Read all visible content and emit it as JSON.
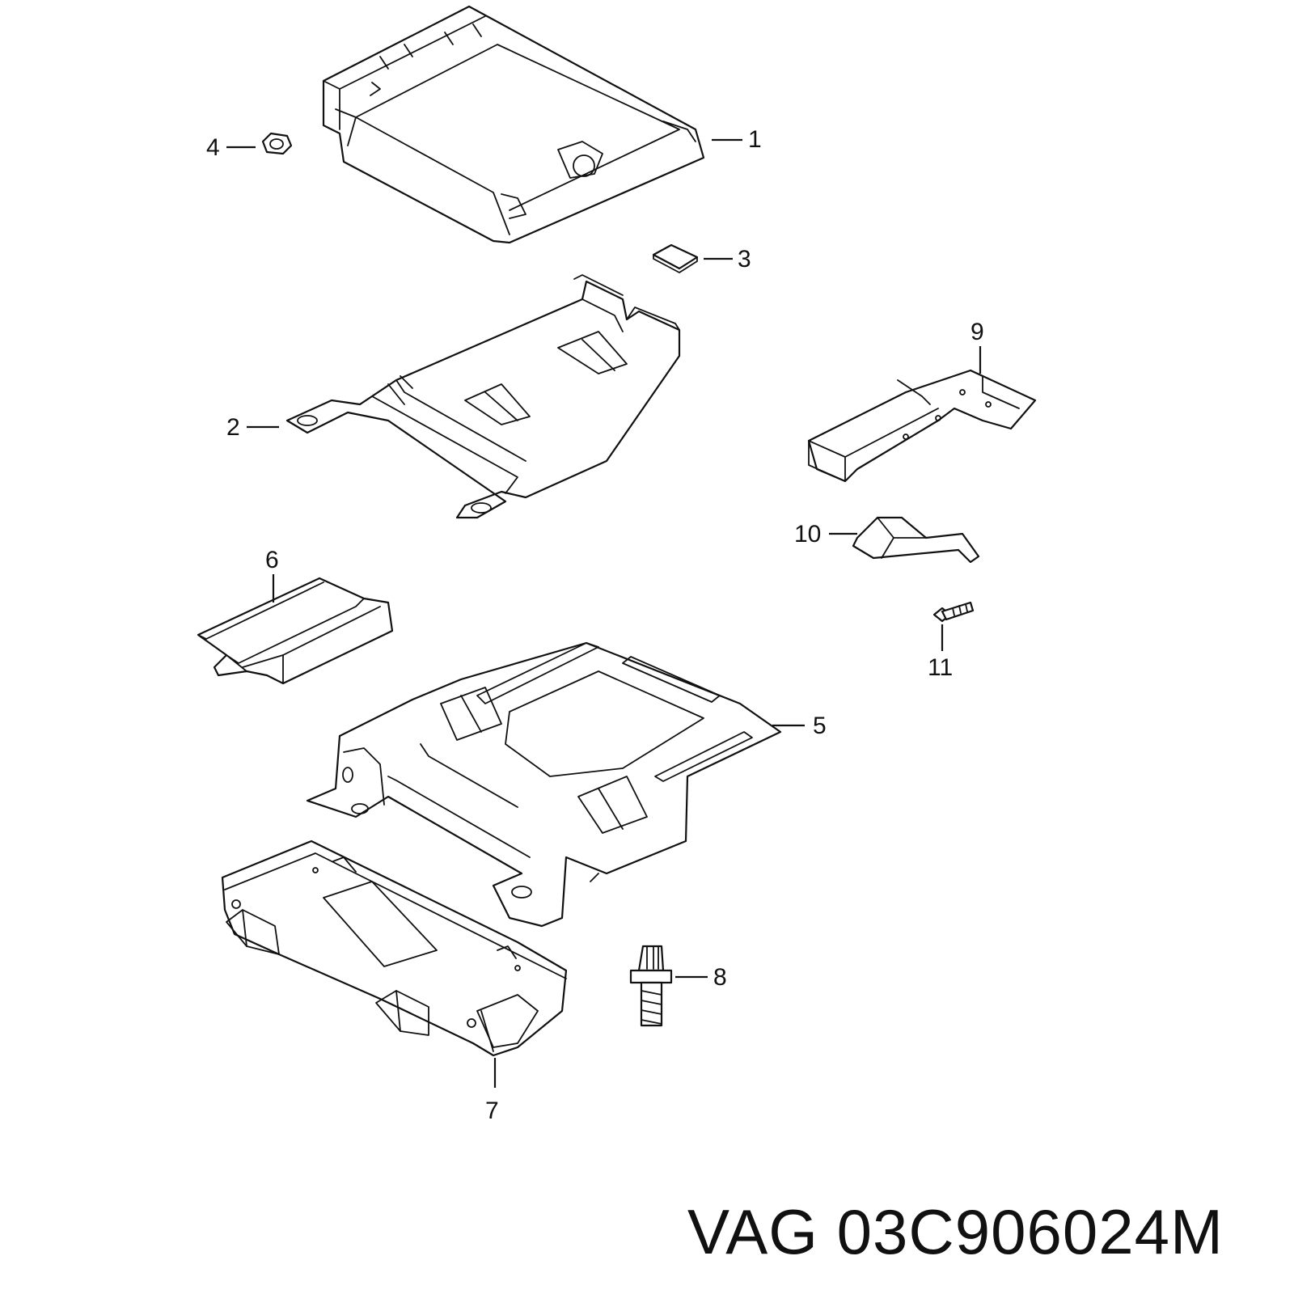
{
  "part_number_label": "VAG 03C906024M",
  "callouts": {
    "c1": "1",
    "c2": "2",
    "c3": "3",
    "c4": "4",
    "c5": "5",
    "c6": "6",
    "c7": "7",
    "c8": "8",
    "c9": "9",
    "c10": "10",
    "c11": "11"
  },
  "colors": {
    "line": "#111111",
    "background": "#ffffff"
  }
}
